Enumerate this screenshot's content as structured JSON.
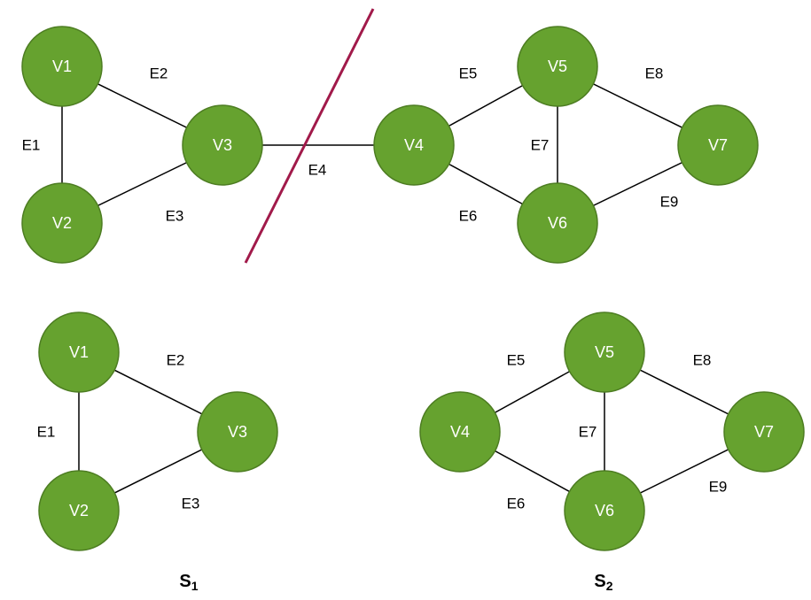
{
  "colors": {
    "node_fill": "#66a22f",
    "node_stroke": "#4d7d22",
    "cut_line": "#a11a4a"
  },
  "graphs": {
    "full": {
      "nodes": [
        "V1",
        "V2",
        "V3",
        "V4",
        "V5",
        "V6",
        "V7"
      ],
      "edges": [
        {
          "label": "E1",
          "from": "V1",
          "to": "V2"
        },
        {
          "label": "E2",
          "from": "V1",
          "to": "V3"
        },
        {
          "label": "E3",
          "from": "V2",
          "to": "V3"
        },
        {
          "label": "E4",
          "from": "V3",
          "to": "V4"
        },
        {
          "label": "E5",
          "from": "V4",
          "to": "V5"
        },
        {
          "label": "E6",
          "from": "V4",
          "to": "V6"
        },
        {
          "label": "E7",
          "from": "V5",
          "to": "V6"
        },
        {
          "label": "E8",
          "from": "V5",
          "to": "V7"
        },
        {
          "label": "E9",
          "from": "V6",
          "to": "V7"
        }
      ]
    },
    "s1": {
      "label": "S",
      "subscript": "1",
      "nodes": [
        "V1",
        "V2",
        "V3"
      ],
      "edges": [
        {
          "label": "E1",
          "from": "V1",
          "to": "V2"
        },
        {
          "label": "E2",
          "from": "V1",
          "to": "V3"
        },
        {
          "label": "E3",
          "from": "V2",
          "to": "V3"
        }
      ]
    },
    "s2": {
      "label": "S",
      "subscript": "2",
      "nodes": [
        "V4",
        "V5",
        "V6",
        "V7"
      ],
      "edges": [
        {
          "label": "E5",
          "from": "V4",
          "to": "V5"
        },
        {
          "label": "E6",
          "from": "V4",
          "to": "V6"
        },
        {
          "label": "E7",
          "from": "V5",
          "to": "V6"
        },
        {
          "label": "E8",
          "from": "V5",
          "to": "V7"
        },
        {
          "label": "E9",
          "from": "V6",
          "to": "V7"
        }
      ]
    }
  }
}
